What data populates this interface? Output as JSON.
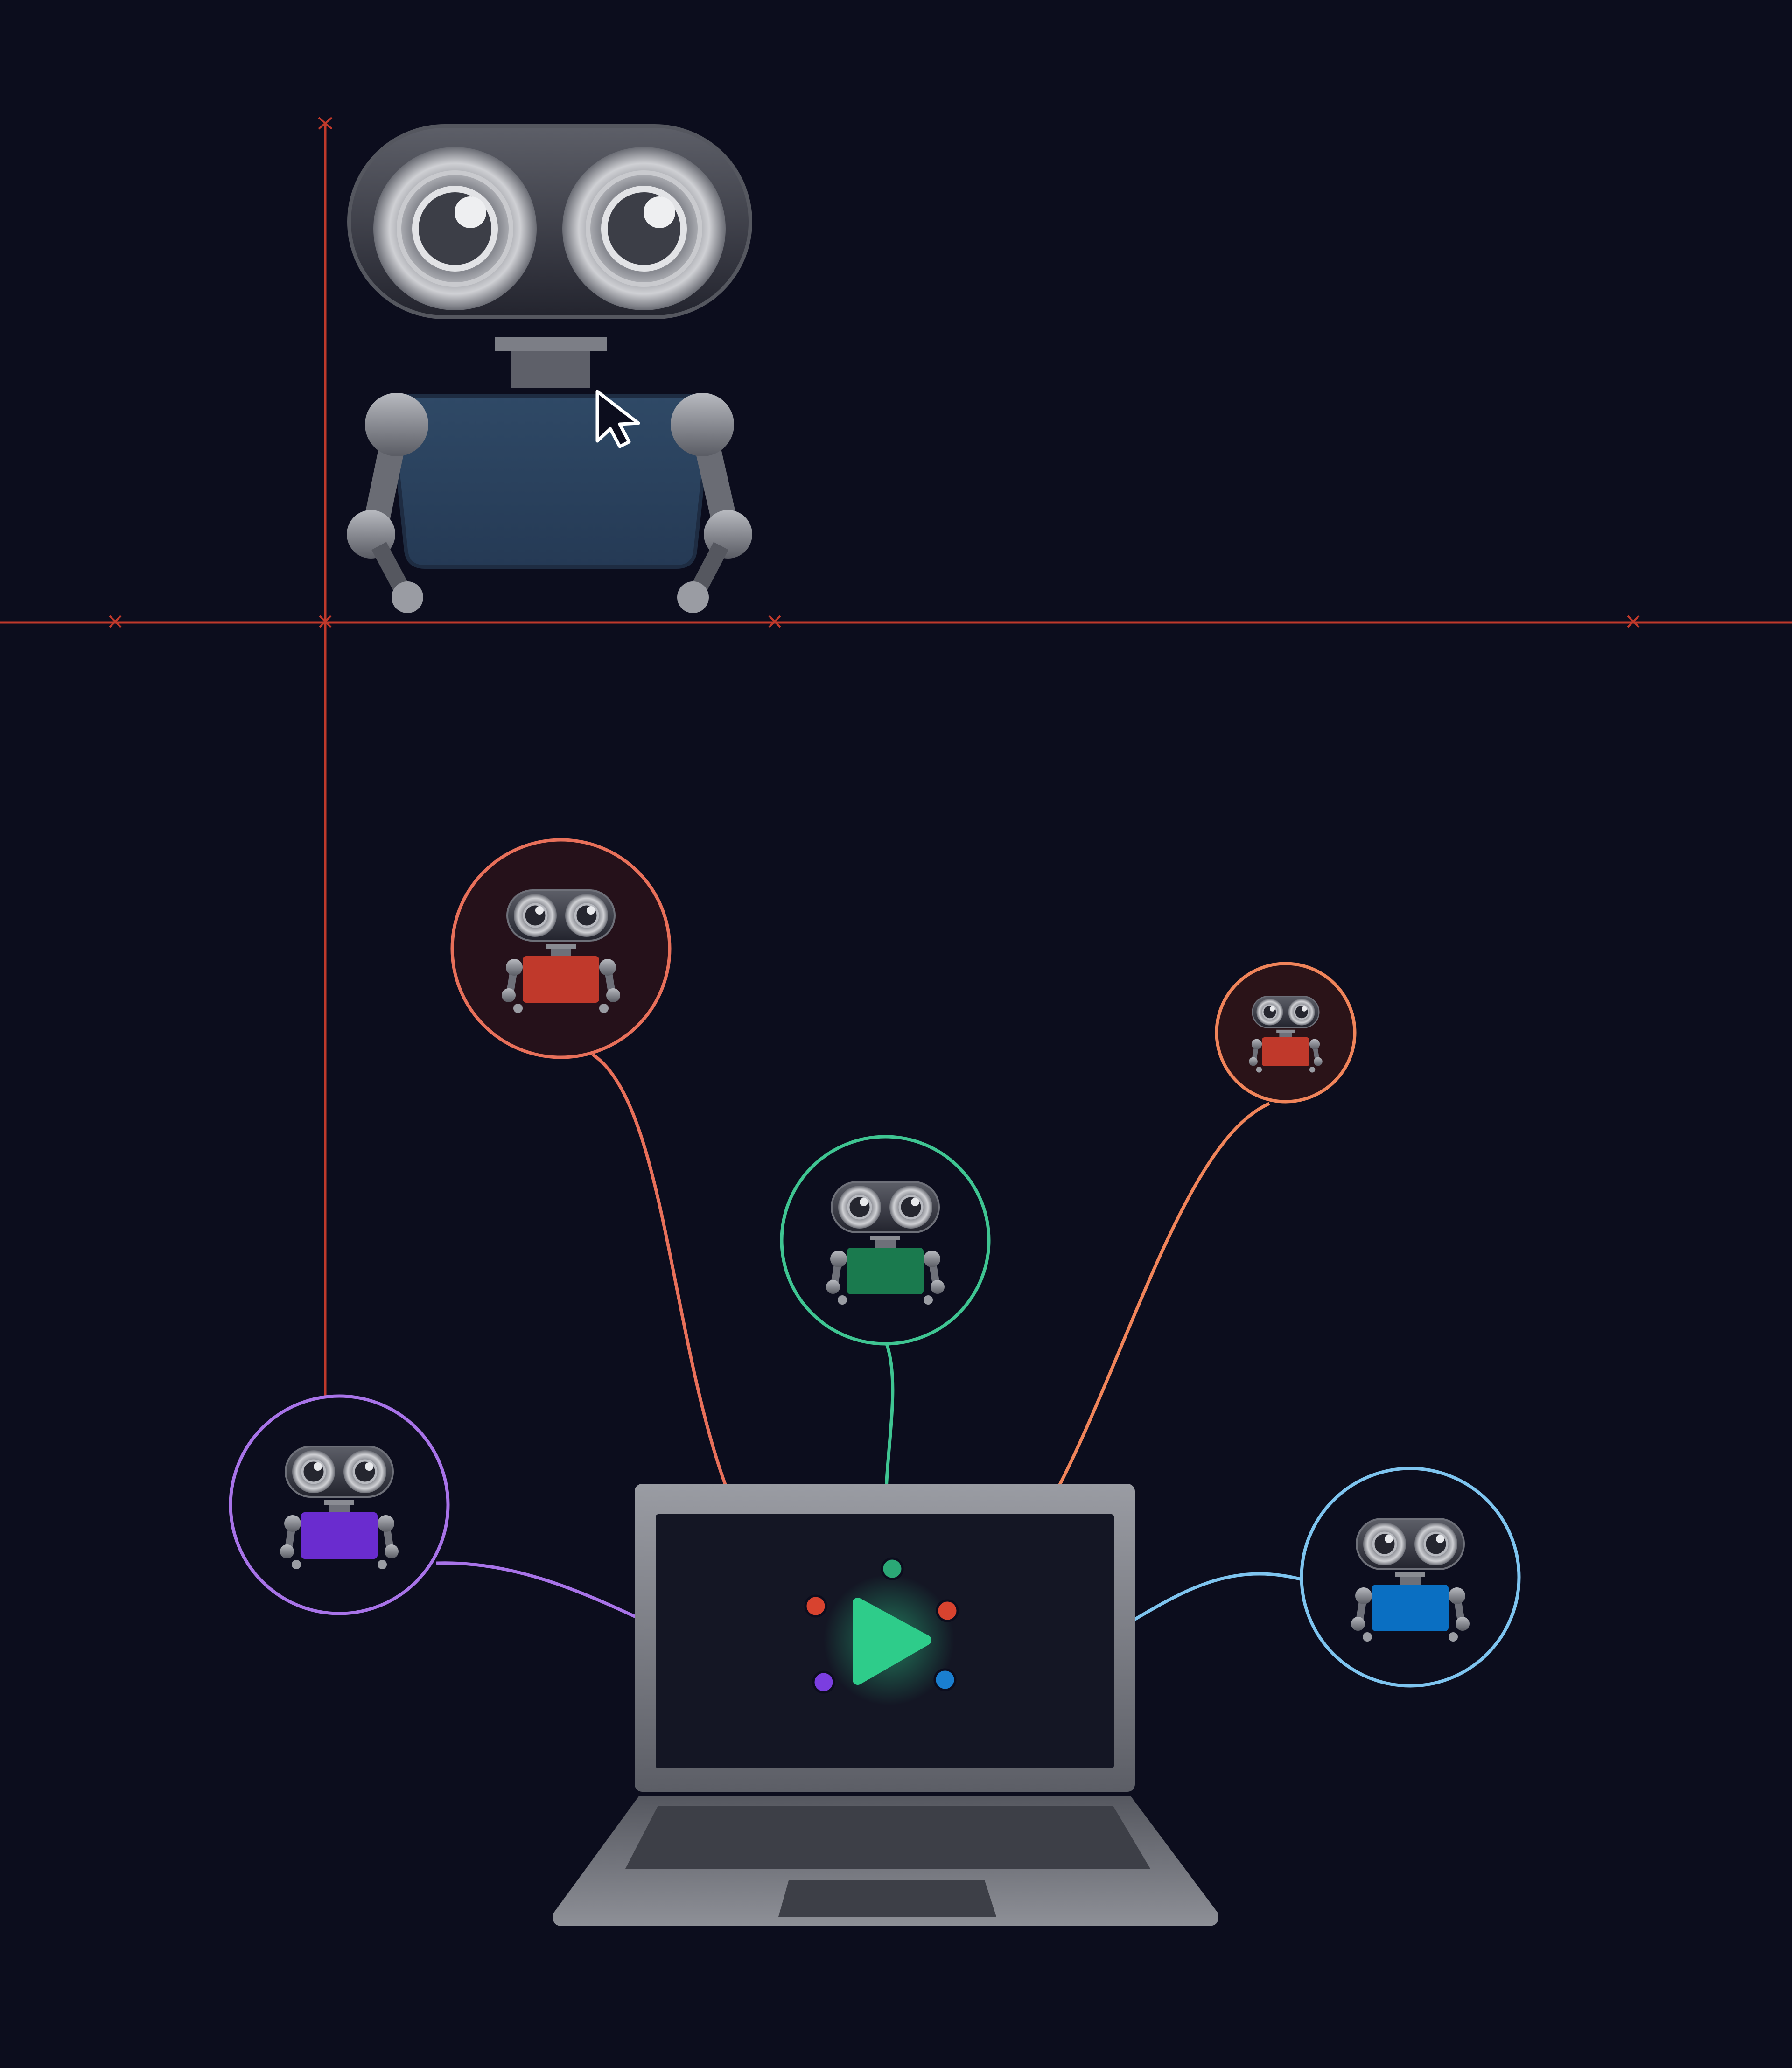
{
  "theme": {
    "background": "#0c0d1d",
    "guide_color": "#c0392b",
    "metal_light": "#b4b6bb",
    "metal_dark": "#4a4c55",
    "hero_body": "#2e4663",
    "play_color": "#2ecc8a"
  },
  "hero_robot": {
    "icon": "robot-icon",
    "body_color": "#2e4663"
  },
  "agents": [
    {
      "id": "red-large",
      "ring_color": "#e8705a",
      "fill_color": "#25111a",
      "body_color": "#c0392b",
      "icon": "robot-icon",
      "port_color": "#e0503a"
    },
    {
      "id": "green",
      "ring_color": "#3fc592",
      "fill_color": "#0c0d1d",
      "body_color": "#1a7a4e",
      "icon": "robot-icon",
      "port_color": "#2ba876"
    },
    {
      "id": "red-small",
      "ring_color": "#f0845a",
      "fill_color": "#2a1318",
      "body_color": "#c0392b",
      "icon": "robot-icon",
      "port_color": "#e0503a"
    },
    {
      "id": "purple",
      "ring_color": "#a873e8",
      "fill_color": "#0c0d1d",
      "body_color": "#6a2ccf",
      "icon": "robot-icon",
      "port_color": "#7b3ee0"
    },
    {
      "id": "blue",
      "ring_color": "#7ec4ef",
      "fill_color": "#0c0d1d",
      "body_color": "#0a6fc2",
      "icon": "robot-icon",
      "port_color": "#1a7fd0"
    }
  ],
  "laptop": {
    "icon": "laptop-icon",
    "screen_icon": "play-icon",
    "play_color": "#2ecc8a"
  },
  "cursor": {
    "icon": "arrow-cursor-icon"
  }
}
